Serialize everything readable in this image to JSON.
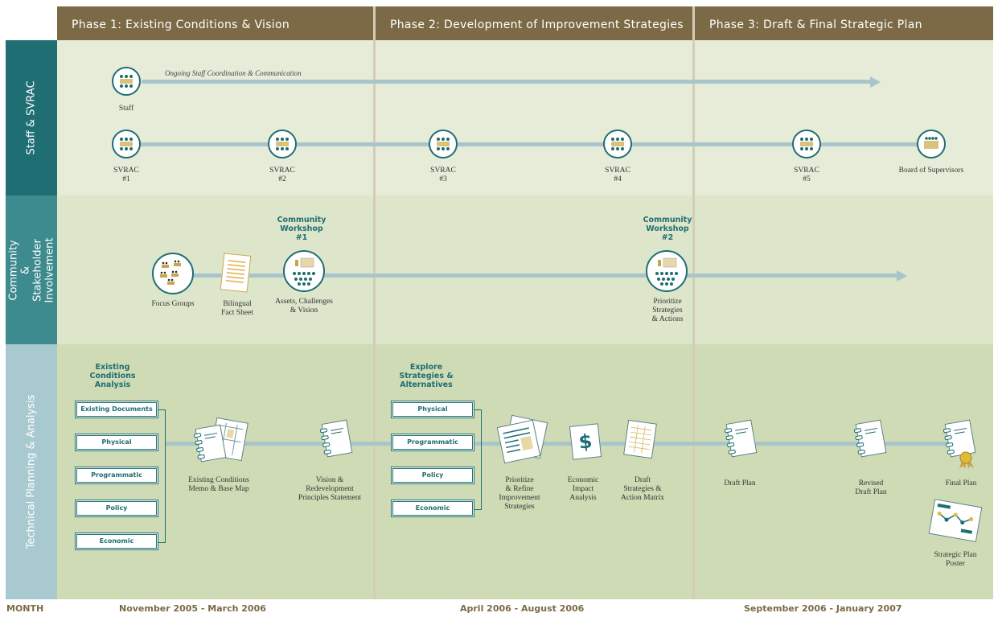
{
  "phases": [
    {
      "label": "Phase 1: Existing Conditions & Vision"
    },
    {
      "label": "Phase 2: Development of Improvement Strategies"
    },
    {
      "label": "Phase 3: Draft & Final Strategic Plan"
    }
  ],
  "rows": {
    "staff": "Staff & SVRAC",
    "community": "Community &\nStakeholder Involvement",
    "technical": "Technical Planning & Analysis"
  },
  "staff_row": {
    "coordination_note": "Ongoing Staff Coordination & Communication",
    "staff_label": "Staff",
    "meetings": [
      "SVRAC\n#1",
      "SVRAC\n#2",
      "SVRAC\n#3",
      "SVRAC\n#4",
      "SVRAC\n#5"
    ],
    "board_label": "Board of Supervisors"
  },
  "community_row": {
    "workshop1_heading": "Community\nWorkshop\n#1",
    "workshop2_heading": "Community\nWorkshop\n#2",
    "focus_groups": "Focus Groups",
    "fact_sheet": "Bilingual\nFact Sheet",
    "workshop1_label": "Assets, Challenges\n& Vision",
    "workshop2_label": "Prioritize\nStrategies\n& Actions"
  },
  "technical_row": {
    "existing_heading": "Existing\nConditions\nAnalysis",
    "existing_boxes": [
      "Existing Documents",
      "Physical",
      "Programmatic",
      "Policy",
      "Economic"
    ],
    "explore_heading": "Explore\nStrategies &\nAlternatives",
    "explore_boxes": [
      "Physical",
      "Programmatic",
      "Policy",
      "Economic"
    ],
    "memo_label": "Existing Conditions\nMemo & Base Map",
    "vision_label": "Vision &\nRedevelopment\nPrinciples Statement",
    "prioritize_label": "Prioritize\n& Refine\nImprovement\nStrategies",
    "economic_label": "Economic\nImpact\nAnalysis",
    "draft_strategies_label": "Draft\nStrategies &\nAction Matrix",
    "draft_plan_label": "Draft Plan",
    "revised_plan_label": "Revised\nDraft Plan",
    "final_plan_label": "Final Plan",
    "poster_label": "Strategic Plan\nPoster",
    "dollar_symbol": "$"
  },
  "months": {
    "label": "MONTH",
    "phase1": "November 2005 - March 2006",
    "phase2": "April 2006 - August 2006",
    "phase3": "September 2006 - January 2007"
  },
  "colors": {
    "phase_bar": "#7b6a45",
    "teal_dark": "#1f6e73",
    "teal_mid": "#3d8a8f",
    "teal_light": "#a9c9d0",
    "band1": "#e6ecd8",
    "band2": "#dde5cb",
    "band3": "#cfdbb4",
    "timeline": "#a8c5cc"
  }
}
